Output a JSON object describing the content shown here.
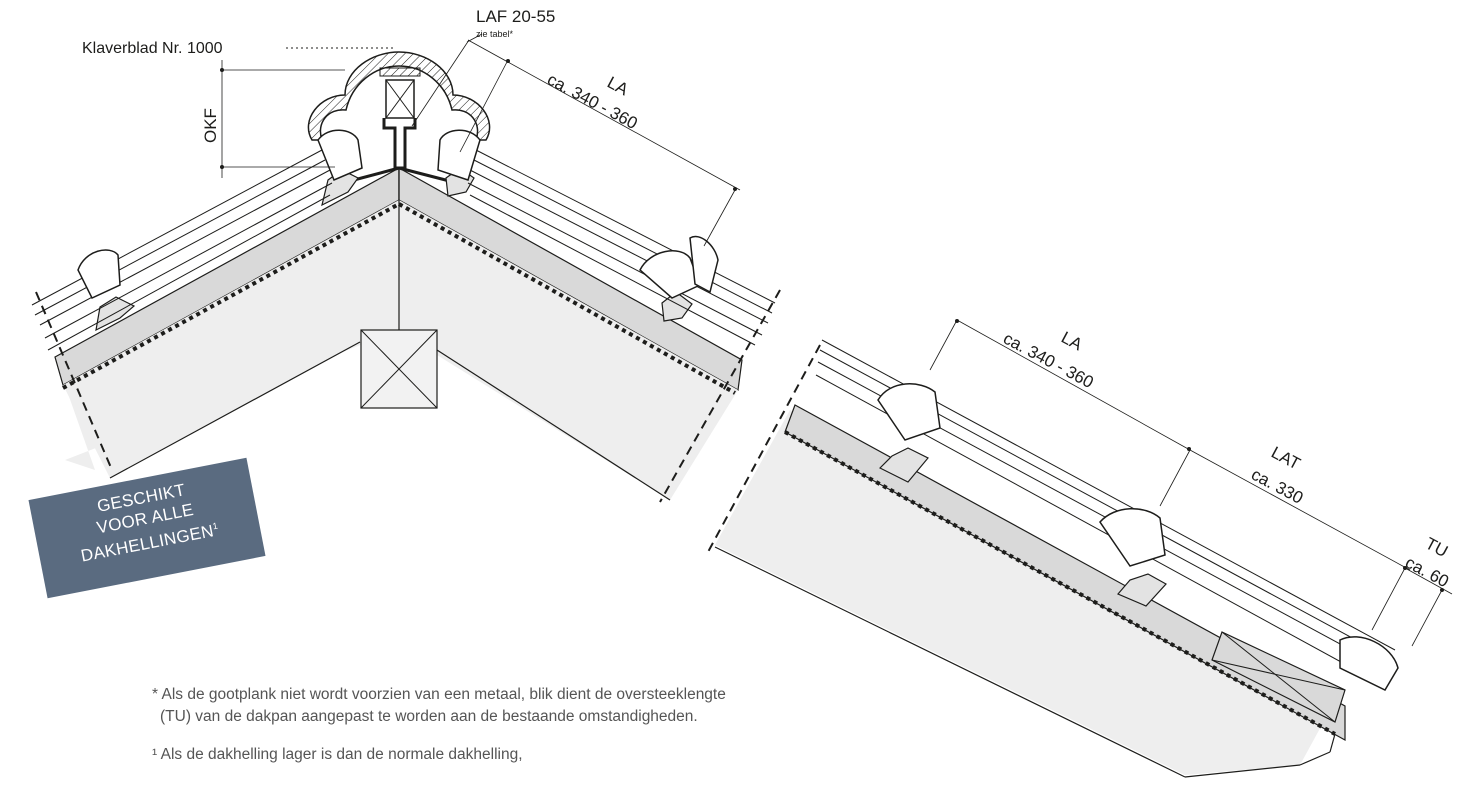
{
  "labels": {
    "ridge_tile": "Klaverblad  Nr. 1000",
    "laf": "LAF 20-55",
    "laf_note": "zie tabel*",
    "okf": "OKF",
    "la_top": "LA",
    "la_top_value": "ca. 340 - 360",
    "la_right": "LA",
    "la_right_value": "ca. 340 - 360",
    "lat": "LAT",
    "lat_value": "ca. 330",
    "tu": "TU",
    "tu_value": "ca. 60"
  },
  "badge": {
    "line1": "GESCHIKT",
    "line2": "VOOR ALLE",
    "line3": "DAKHELLINGEN",
    "footnote_mark": "1",
    "color": "#5a6b80"
  },
  "notes": {
    "star_line1": "* Als de gootplank niet wordt voorzien van een metaal, blik dient de oversteeklengte",
    "star_line2": "(TU) van de dakpan aangepast te worden aan de bestaande omstandigheden.",
    "one_line1": "¹ Als de dakhelling lager is dan de normale dakhelling,"
  }
}
